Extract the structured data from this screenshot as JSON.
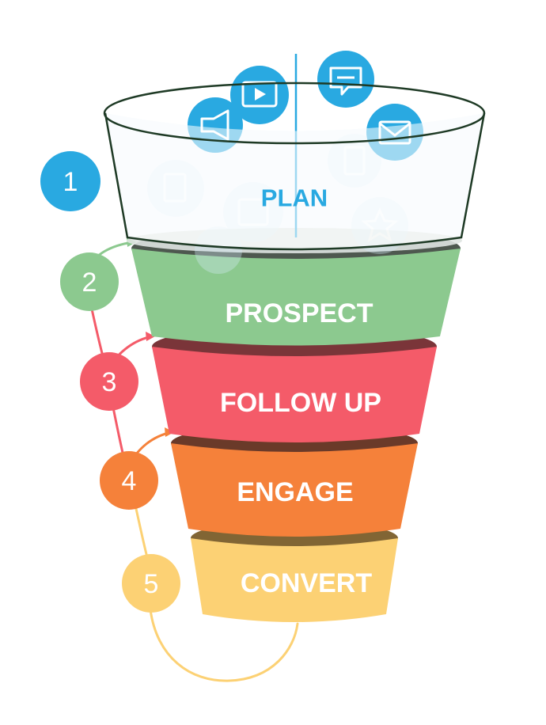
{
  "colors": {
    "plan": "#29a9e1",
    "prospect": "#8cc98f",
    "followup": "#f45b69",
    "engage": "#f5813a",
    "convert": "#fcd174",
    "rim": "#1e3a25"
  },
  "stages": [
    {
      "number": "1",
      "label": "PLAN"
    },
    {
      "number": "2",
      "label": "PROSPECT"
    },
    {
      "number": "3",
      "label": "FOLLOW UP"
    },
    {
      "number": "4",
      "label": "ENGAGE"
    },
    {
      "number": "5",
      "label": "CONVERT"
    }
  ],
  "icons": [
    "video-icon",
    "chat-icon",
    "megaphone-icon",
    "mail-icon",
    "document-icon",
    "newsletter-icon",
    "calendar-icon",
    "star-badge-icon",
    "folder-icon"
  ]
}
